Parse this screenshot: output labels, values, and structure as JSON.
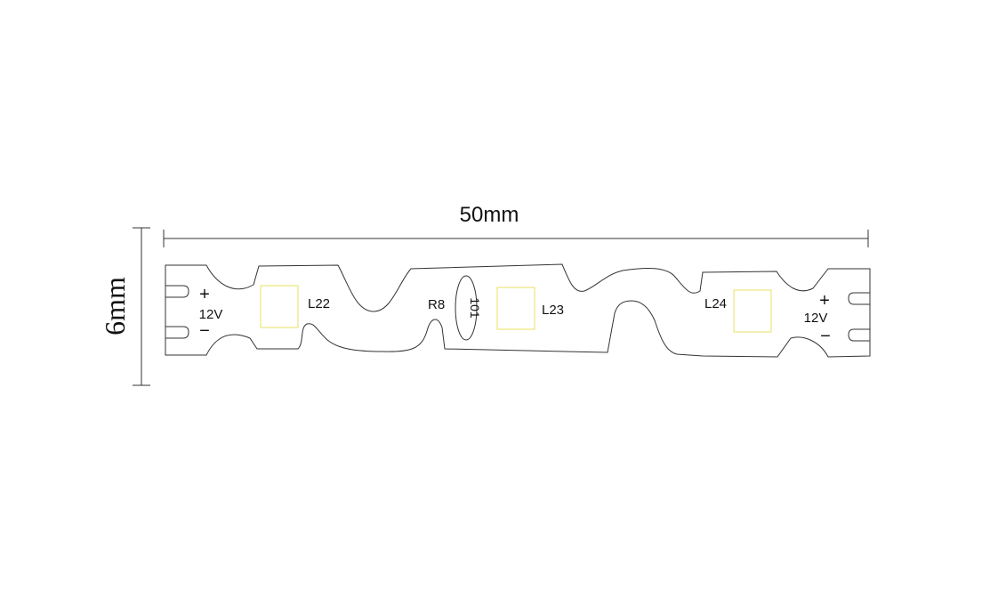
{
  "dimensions": {
    "width_label": "50mm",
    "height_label": "6mm"
  },
  "strip": {
    "left_terminal": {
      "plus": "+",
      "voltage": "12V",
      "minus": "−"
    },
    "right_terminal": {
      "plus": "+",
      "voltage": "12V",
      "minus": "−"
    },
    "components": {
      "led_1": "L22",
      "resistor_ref": "R8",
      "resistor_value": "101",
      "led_2": "L23",
      "led_3": "L24"
    }
  },
  "colors": {
    "outline": "#333333",
    "led_pad": "#e8e060",
    "dimension_line": "#333333"
  }
}
